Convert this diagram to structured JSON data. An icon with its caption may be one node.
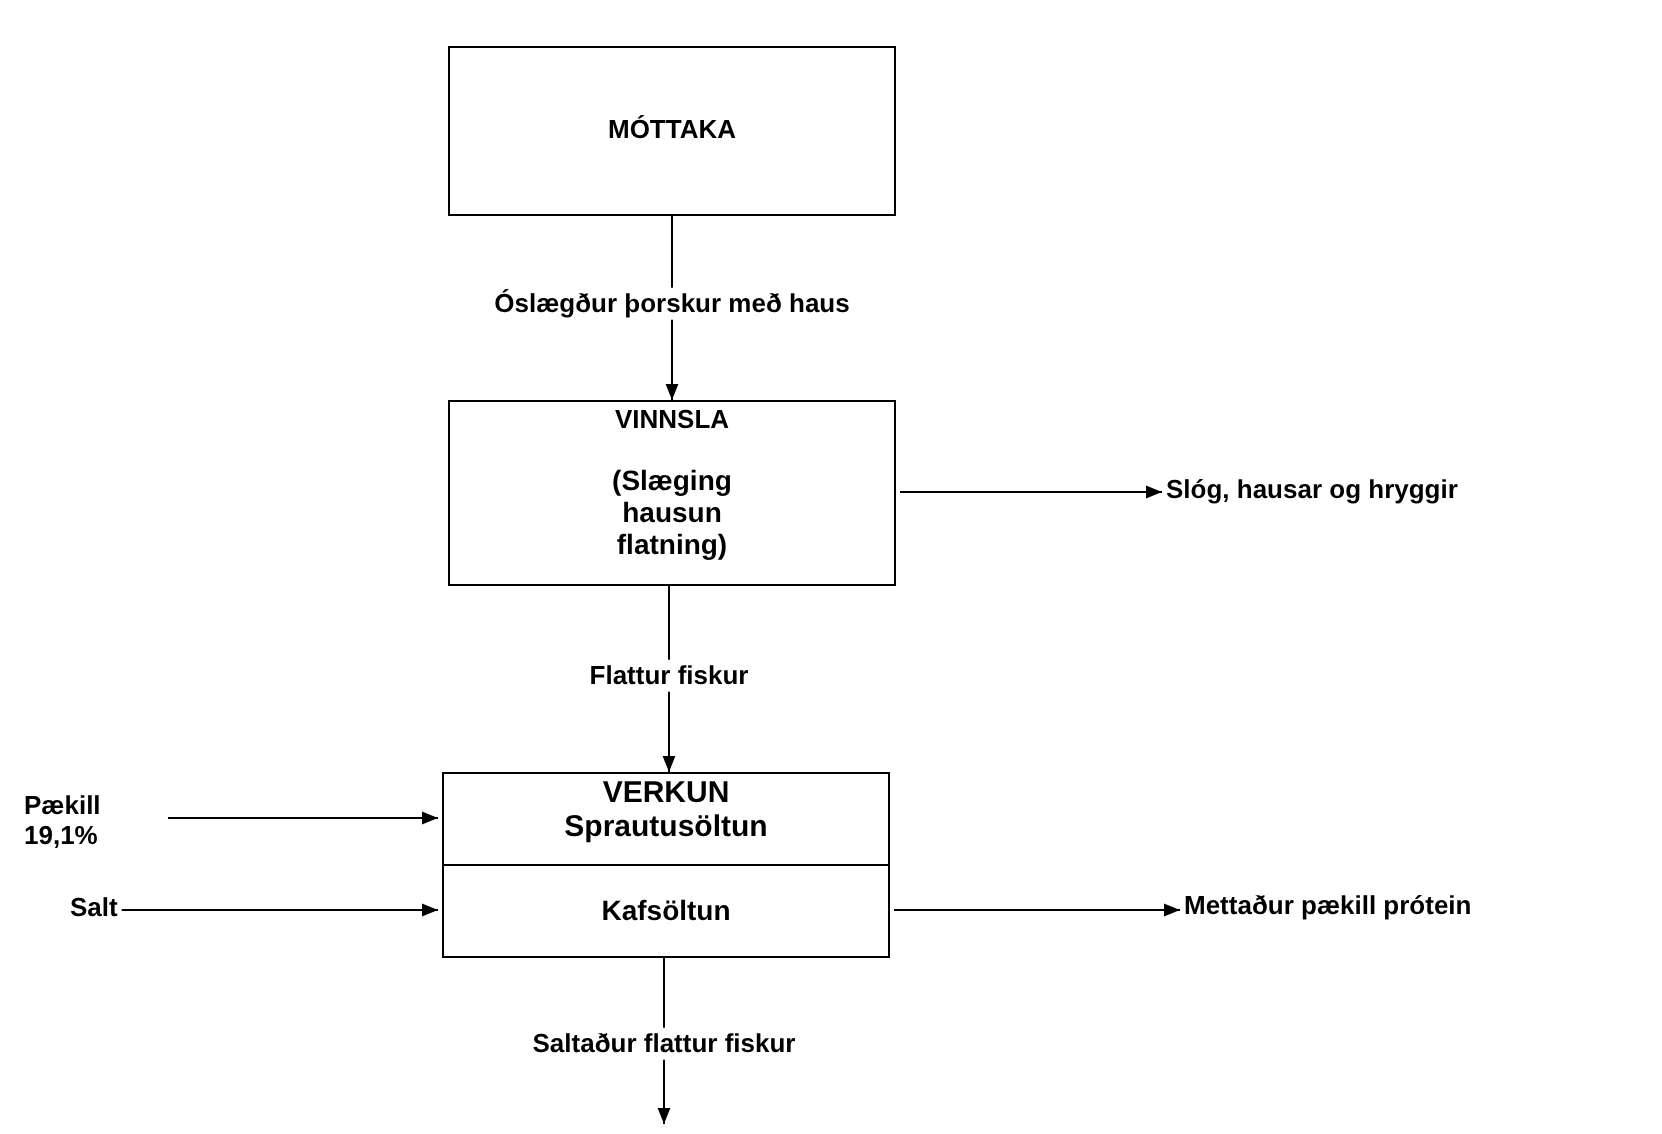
{
  "diagram": {
    "nodes": [
      {
        "text": [
          "MÓTTAKA"
        ]
      },
      {
        "text": [
          "VINNSLA",
          "(Slæging hausun flatning)"
        ]
      },
      {
        "text": [
          "Slóg, hausar og hryggir"
        ]
      },
      {
        "text": [
          "VERKUN Sprautusöltun"
        ]
      },
      {
        "text": [
          "Kafsöltun"
        ]
      },
      {
        "text": [
          "Pækill 19,1%"
        ]
      },
      {
        "text": [
          "Salt"
        ]
      },
      {
        "text": [
          "Mettaður pækill prótein"
        ]
      }
    ],
    "edges": [
      {
        "from": 0,
        "to": 1,
        "arrow": "to",
        "label": "Óslægður þorskur með haus"
      },
      {
        "from": 1,
        "to": 2,
        "arrow": "to"
      },
      {
        "from": 1,
        "to": 3,
        "arrow": "to",
        "label": "Flattur fiskur"
      },
      {
        "from": 5,
        "to": 3,
        "arrow": "to"
      },
      {
        "from": 6,
        "to": 4,
        "arrow": "to"
      },
      {
        "from": 4,
        "to": 7,
        "arrow": "to"
      },
      {
        "from": 4,
        "to": null,
        "arrow": "to",
        "label": "Saltaður flattur fiskur"
      }
    ]
  }
}
